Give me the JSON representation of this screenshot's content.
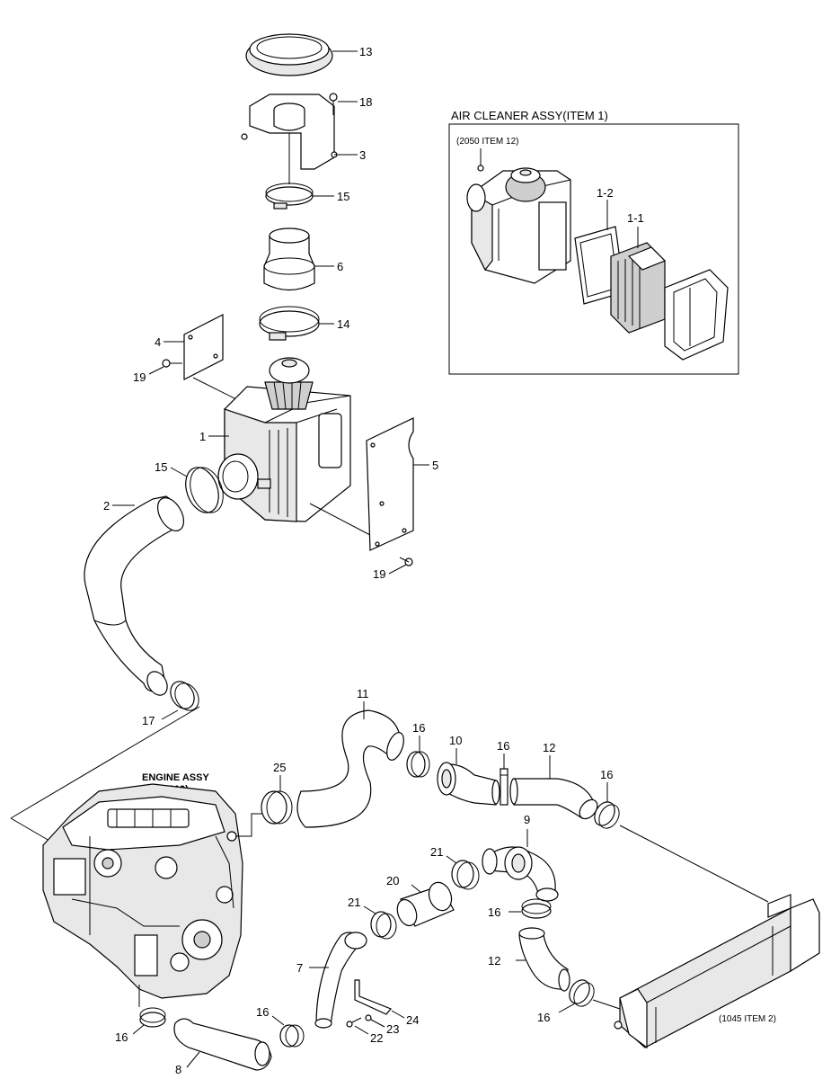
{
  "callouts": {
    "c13": "13",
    "c18": "18",
    "c3": "3",
    "c15a": "15",
    "c6": "6",
    "c14": "14",
    "c4": "4",
    "c19a": "19",
    "c1": "1",
    "c15b": "15",
    "c5": "5",
    "c2": "2",
    "c19b": "19",
    "c17": "17",
    "c11": "11",
    "c16a": "16",
    "c10": "10",
    "c16b": "16",
    "c12a": "12",
    "c16c": "16",
    "c25": "25",
    "c9": "9",
    "c21a": "21",
    "c20": "20",
    "c21b": "21",
    "c16d": "16",
    "c12b": "12",
    "c7": "7",
    "c16e": "16",
    "c16f": "16",
    "c16g": "16",
    "c24": "24",
    "c23": "23",
    "c22": "22",
    "c8": "8"
  },
  "inset": {
    "title": "AIR CLEANER ASSY(ITEM 1)",
    "ref": "(2050 ITEM 12)",
    "c12": "1-2",
    "c11": "1-1"
  },
  "engine": {
    "title": "ENGINE ASSY",
    "ref": "(9010)"
  },
  "intercooler_ref": "(1045 ITEM 2)"
}
